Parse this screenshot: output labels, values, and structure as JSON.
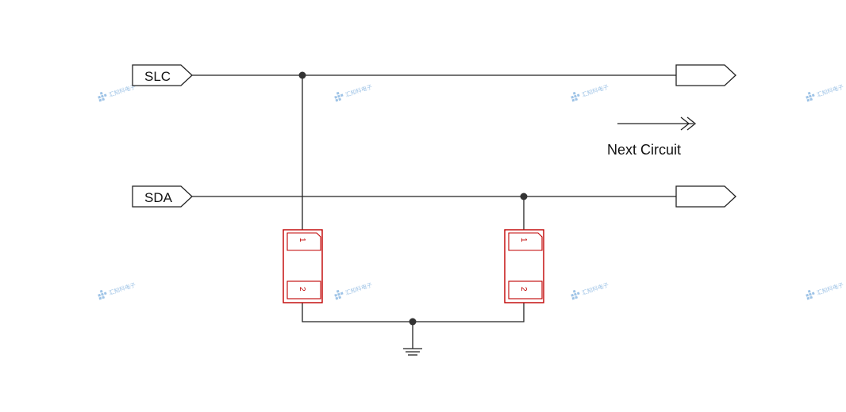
{
  "ports": {
    "input_slc": "SLC",
    "input_sda": "SDA"
  },
  "components": {
    "left": {
      "pin1": "1",
      "pin2": "2"
    },
    "right": {
      "pin1": "1",
      "pin2": "2"
    }
  },
  "annotation": {
    "text": "Next Circuit"
  },
  "watermark": {
    "text": "汇知科电子"
  },
  "colors": {
    "wire": "#222222",
    "component": "#c00000",
    "watermark": "#9ec3e6"
  }
}
